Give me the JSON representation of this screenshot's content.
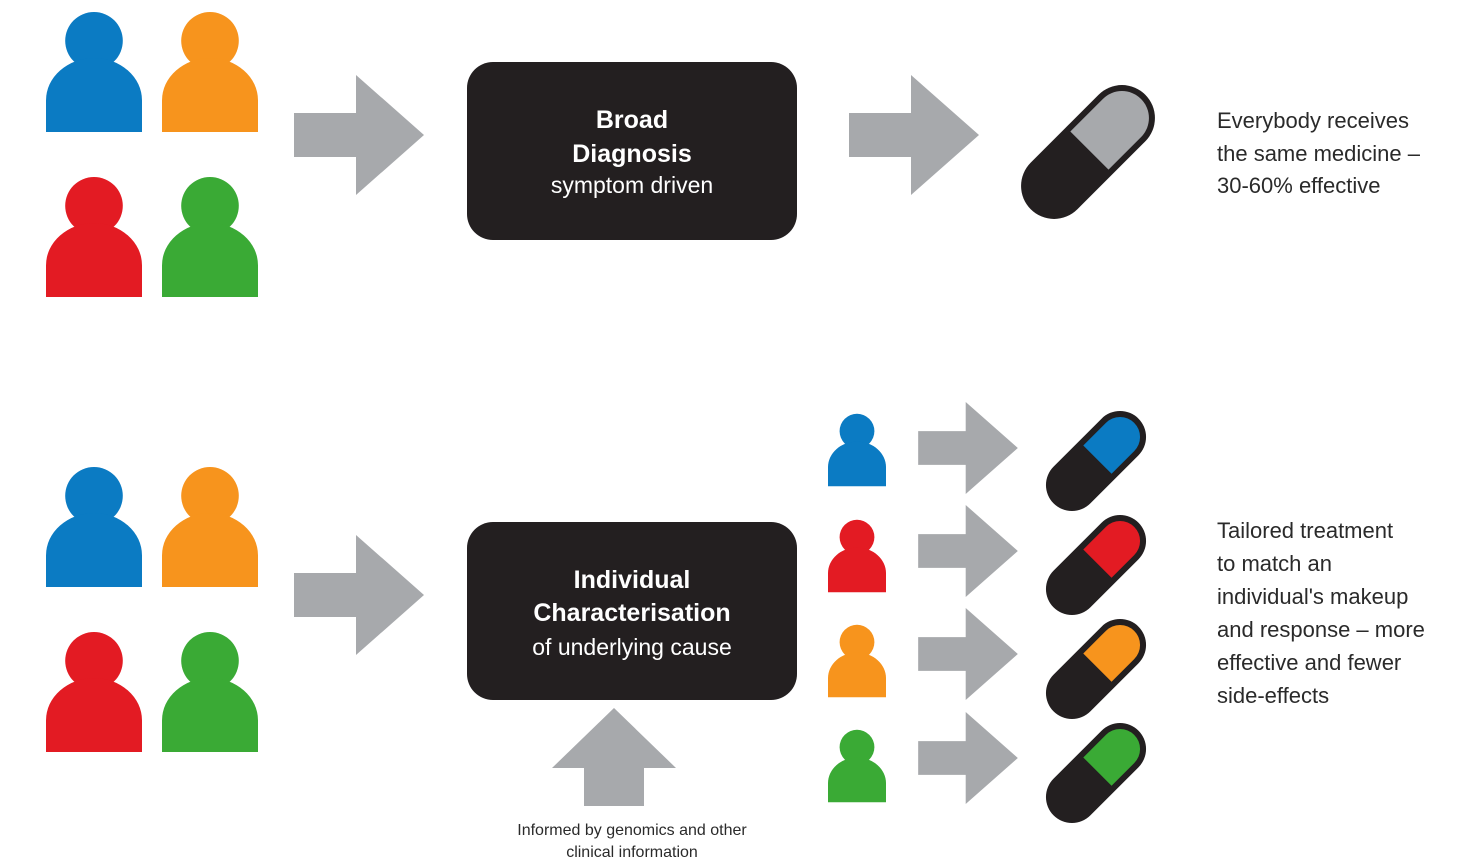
{
  "colors": {
    "blue": "#0b7bc3",
    "orange": "#f7941d",
    "red": "#e31b23",
    "green": "#3aaa35",
    "grey_arrow": "#a7a9ac",
    "box": "#231f20",
    "capsule_grey": "#a7a9ac"
  },
  "top_row": {
    "people_colors": [
      "blue",
      "orange",
      "red",
      "green"
    ],
    "box": {
      "line1": "Broad",
      "line2": "Diagnosis",
      "line3": "symptom driven"
    },
    "capsule_color": "capsule_grey",
    "description": [
      "Everybody receives",
      "the same medicine –",
      "30-60% effective"
    ]
  },
  "bottom_row": {
    "people_colors": [
      "blue",
      "orange",
      "red",
      "green"
    ],
    "box": {
      "line1": "Individual",
      "line2": "Characterisation",
      "line3": "of underlying cause"
    },
    "informed_note": [
      "Informed by genomics and other",
      "clinical information"
    ],
    "patients": [
      {
        "color": "blue"
      },
      {
        "color": "red"
      },
      {
        "color": "orange"
      },
      {
        "color": "green"
      }
    ],
    "description": [
      "Tailored treatment",
      "to match an",
      "individual's makeup",
      "and response – more",
      "effective and fewer",
      "side-effects"
    ]
  },
  "icons": {
    "person": "person-icon",
    "capsule": "capsule-icon",
    "arrow": "arrow-right-icon"
  }
}
